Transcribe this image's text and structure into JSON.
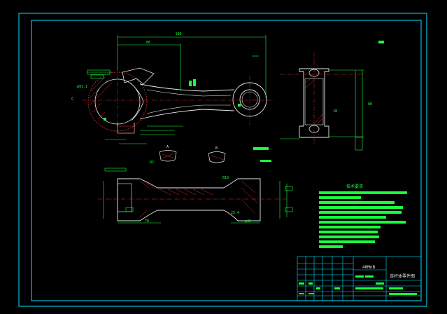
{
  "drawing": {
    "labels": {
      "overall_length": "190",
      "center_span": "88",
      "dim_phi_left": "φ91.1",
      "dim_small_r": "R2",
      "dim_bottom_a": "25.4",
      "dim_phi40": "φ40",
      "dim_b18": "B18",
      "dim_70": "70",
      "dim_side_80": "80",
      "dim_side_18": "18",
      "dim_a": "A",
      "dim_b": "B",
      "dim_c": "C"
    },
    "tech_requirements_heading": "技术要求"
  },
  "title_block": {
    "material": "40MnB",
    "drawing_name": "连杆体零件图"
  },
  "colors": {
    "frame": "#00e5ff",
    "outline": "#e8e8e8",
    "dim": "#19ff3c",
    "hatch": "#d83030",
    "center": "#d83030"
  }
}
